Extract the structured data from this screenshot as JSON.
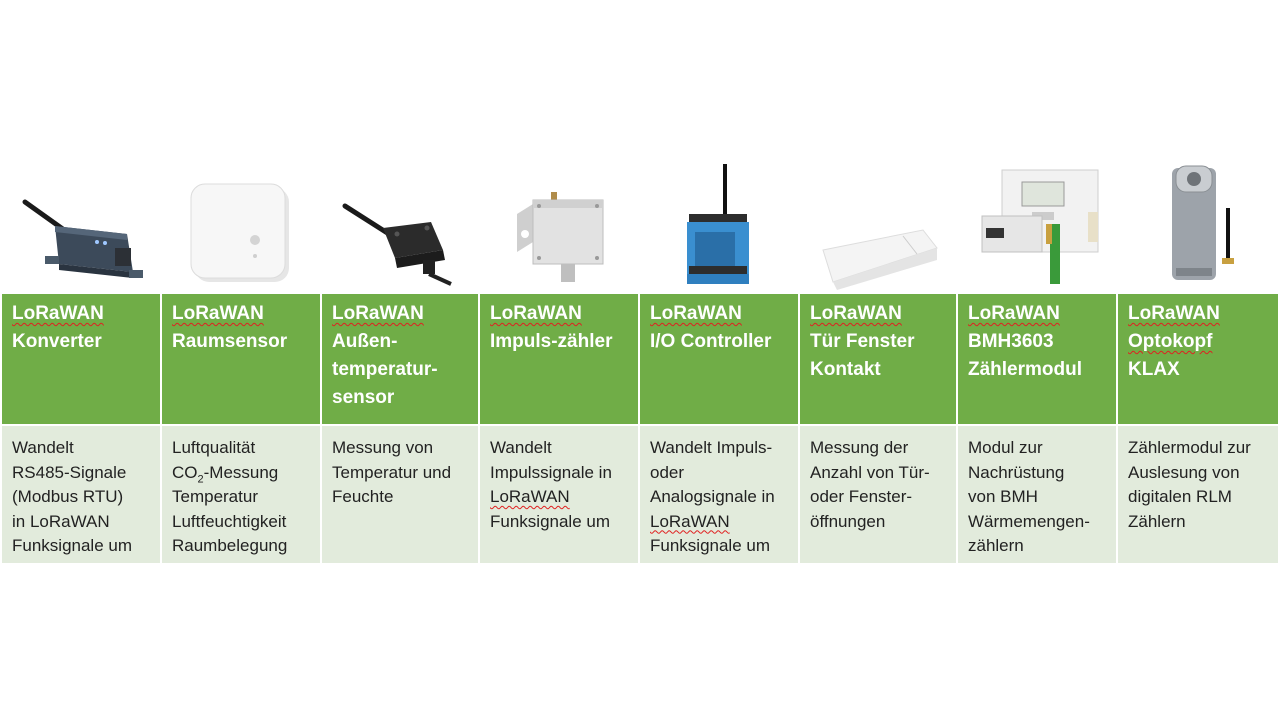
{
  "products": [
    {
      "image": "lorawan-converter-device-image",
      "title": [
        "LoRaWAN",
        "Konverter"
      ],
      "desc": [
        "Wandelt",
        "RS485-Signale",
        "(Modbus RTU)",
        "in LoRaWAN",
        "Funksignale um"
      ]
    },
    {
      "image": "room-sensor-device-image",
      "title": [
        "LoRaWAN",
        "Raumsensor"
      ],
      "desc": [
        "Luftqualität",
        "CO",
        "-Messung",
        "Temperatur",
        "Luftfeuchtigkeit",
        "Raumbelegung"
      ],
      "desc_co2_sub": "2"
    },
    {
      "image": "outdoor-temperature-sensor-image",
      "title": [
        "LoRaWAN",
        "Außen-",
        "temperatur-",
        "sensor"
      ],
      "desc": [
        "Messung von",
        "Temperatur und",
        "Feuchte"
      ]
    },
    {
      "image": "pulse-counter-device-image",
      "title": [
        "LoRaWAN",
        "Impuls-zähler"
      ],
      "desc": [
        "Wandelt",
        "Impulssignale in",
        "LoRaWAN",
        "Funksignale um"
      ]
    },
    {
      "image": "io-controller-device-image",
      "title": [
        "LoRaWAN",
        "I/O Controller"
      ],
      "desc": [
        "Wandelt Impuls-",
        "oder",
        "Analogsignale in",
        "LoRaWAN",
        "Funksignale um"
      ]
    },
    {
      "image": "door-window-contact-image",
      "title": [
        "LoRaWAN",
        "Tür Fenster",
        "Kontakt"
      ],
      "desc": [
        "Messung der",
        "Anzahl von Tür-",
        "oder Fenster-",
        "öffnungen"
      ]
    },
    {
      "image": "bmh-meter-module-image",
      "title": [
        "LoRaWAN",
        "BMH3603",
        "Zählermodul"
      ],
      "desc": [
        "Modul zur",
        "Nachrüstung",
        "von BMH",
        "Wärmemengen-",
        "zählern"
      ]
    },
    {
      "image": "optical-head-klax-image",
      "title": [
        "LoRaWAN",
        "Optokopf",
        "KLAX"
      ],
      "desc": [
        "Zählermodul zur",
        "Auslesung von",
        "digitalen RLM",
        "Zählern"
      ]
    }
  ],
  "colors": {
    "header_bg": "#70ad47",
    "desc_bg": "#e2ebdc",
    "header_text": "#ffffff",
    "desc_text": "#222222",
    "spell_underline": "#e02020"
  }
}
